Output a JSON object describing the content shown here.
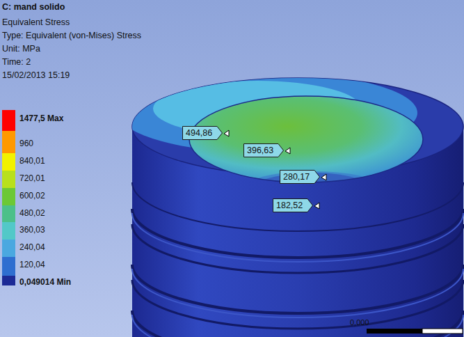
{
  "diagram": {
    "title": "C: mand solido",
    "nodes": [
      {
        "text": [
          "494,86"
        ]
      },
      {
        "text": [
          "396,63"
        ]
      },
      {
        "text": [
          "280,17"
        ]
      },
      {
        "text": [
          "182,52"
        ]
      }
    ],
    "labels": [
      "Equivalent Stress",
      "Type: Equivalent (von-Mises) Stress",
      "Unit: MPa",
      "Time: 2",
      "15/02/2013 15:19",
      "0,000"
    ],
    "legend": [
      {
        "text": "1477,5 Max",
        "color": "#ff0000"
      },
      {
        "text": "960",
        "color": "#ff9900"
      },
      {
        "text": "840,01",
        "color": "#f2f200"
      },
      {
        "text": "720,01",
        "color": "#b8e01c"
      },
      {
        "text": "600,02",
        "color": "#6cc836"
      },
      {
        "text": "480,02",
        "color": "#4cc08a"
      },
      {
        "text": "360,03",
        "color": "#52c8c8"
      },
      {
        "text": "240,04",
        "color": "#4aa8e0"
      },
      {
        "text": "120,04",
        "color": "#2e6ed0"
      },
      {
        "text": "0,049014 Min",
        "color": "#1c2a96"
      }
    ]
  }
}
